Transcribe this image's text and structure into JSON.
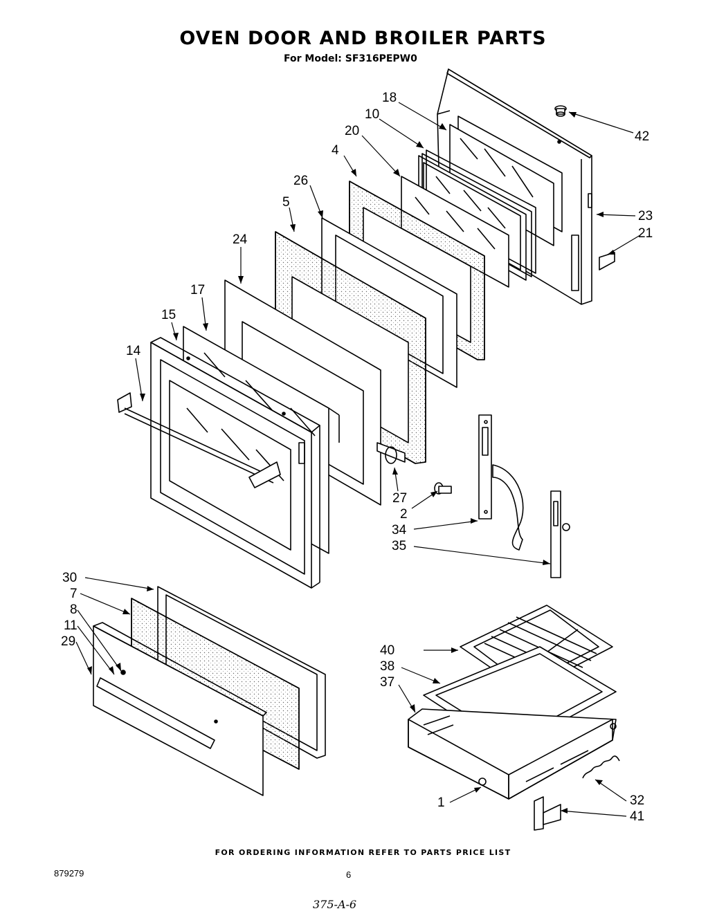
{
  "header": {
    "title": "OVEN DOOR AND BROILER PARTS",
    "subtitle": "For Model: SF316PEPW0"
  },
  "footer": {
    "ordering_note": "FOR ORDERING INFORMATION REFER TO PARTS PRICE LIST",
    "doc_number": "879279",
    "page_number": "6",
    "handwritten_note": "375-A-6"
  },
  "callouts": {
    "c18": "18",
    "c10": "10",
    "c20": "20",
    "c4": "4",
    "c26": "26",
    "c5": "5",
    "c24": "24",
    "c17": "17",
    "c15": "15",
    "c14": "14",
    "c42": "42",
    "c23": "23",
    "c21": "21",
    "c27": "27",
    "c2": "2",
    "c34": "34",
    "c35": "35",
    "c30": "30",
    "c7": "7",
    "c8": "8",
    "c11": "11",
    "c29": "29",
    "c40": "40",
    "c38": "38",
    "c37": "37",
    "c1": "1",
    "c32": "32",
    "c41": "41"
  }
}
